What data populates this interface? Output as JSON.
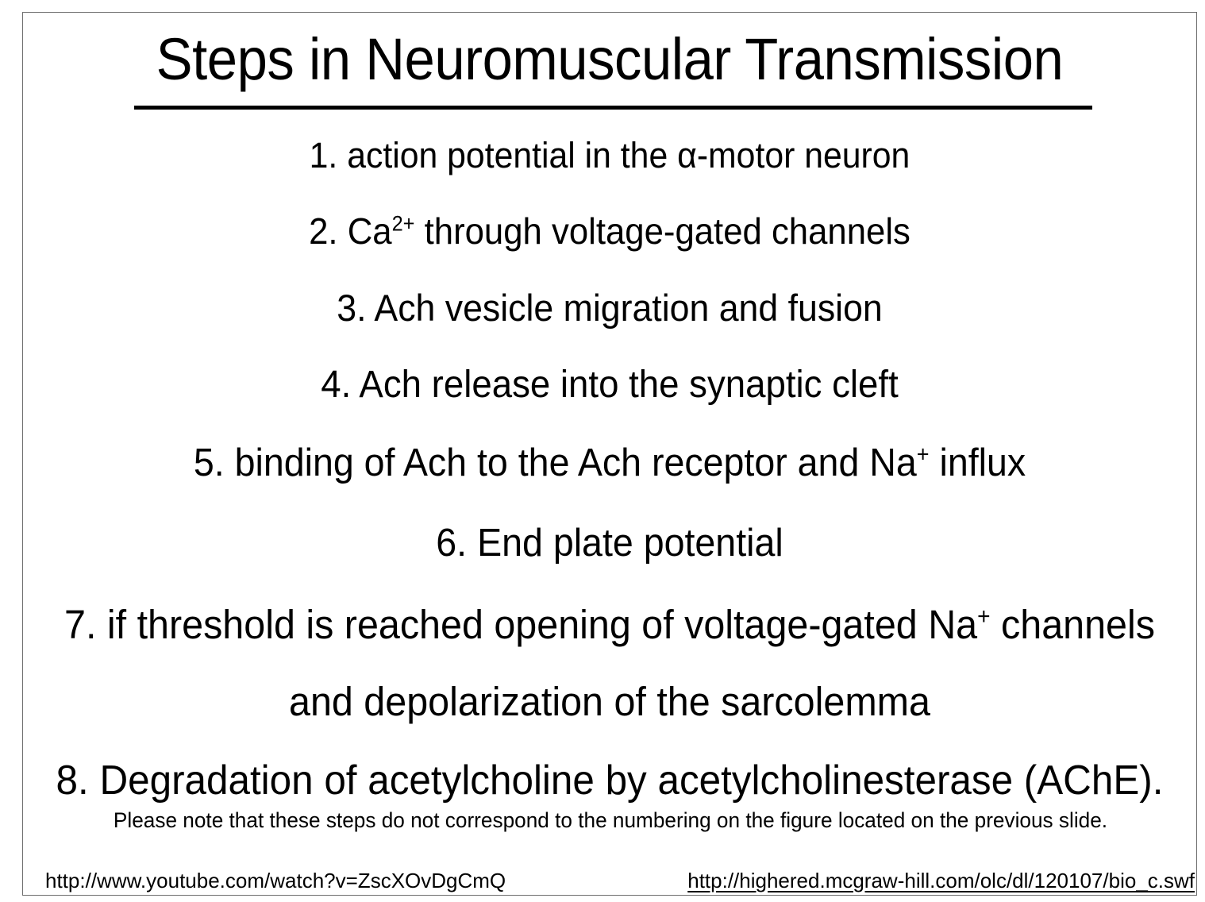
{
  "slide": {
    "title": "Steps in Neuromuscular Transmission",
    "steps": [
      {
        "number": "1.",
        "text_before": "action potential in the α-motor neuron",
        "sup": "",
        "text_after": ""
      },
      {
        "number": "2.",
        "text_before": "Ca",
        "sup": "2+",
        "text_after": " through voltage-gated channels"
      },
      {
        "number": "3.",
        "text_before": "Ach vesicle migration and fusion",
        "sup": "",
        "text_after": ""
      },
      {
        "number": "4.",
        "text_before": "Ach release into the synaptic cleft",
        "sup": "",
        "text_after": ""
      },
      {
        "number": "5.",
        "text_before": "binding of Ach to the Ach receptor and Na",
        "sup": "+",
        "text_after": " influx"
      },
      {
        "number": "6.",
        "text_before": "End plate potential",
        "sup": "",
        "text_after": ""
      },
      {
        "number": "7.",
        "text_before": "if threshold is reached opening of voltage-gated Na",
        "sup": "+",
        "text_after": " channels"
      },
      {
        "number": "",
        "text_before": "and depolarization of the sarcolemma",
        "sup": "",
        "text_after": ""
      },
      {
        "number": "8.",
        "text_before": "Degradation of acetylcholine by acetylcholinesterase (AChE).",
        "sup": "",
        "text_after": ""
      }
    ],
    "note": "Please note that these steps do not correspond to the numbering on the figure located on the previous slide.",
    "links": {
      "youtube": "http://www.youtube.com/watch?v=ZscXOvDgCmQ",
      "mcgraw_hill": "http://highered.mcgraw-hill.com/olc/dl/120107/bio_c.swf"
    }
  },
  "colors": {
    "text": "#000000",
    "background": "#ffffff",
    "border": "#6e6e6e",
    "rule": "#000000"
  }
}
